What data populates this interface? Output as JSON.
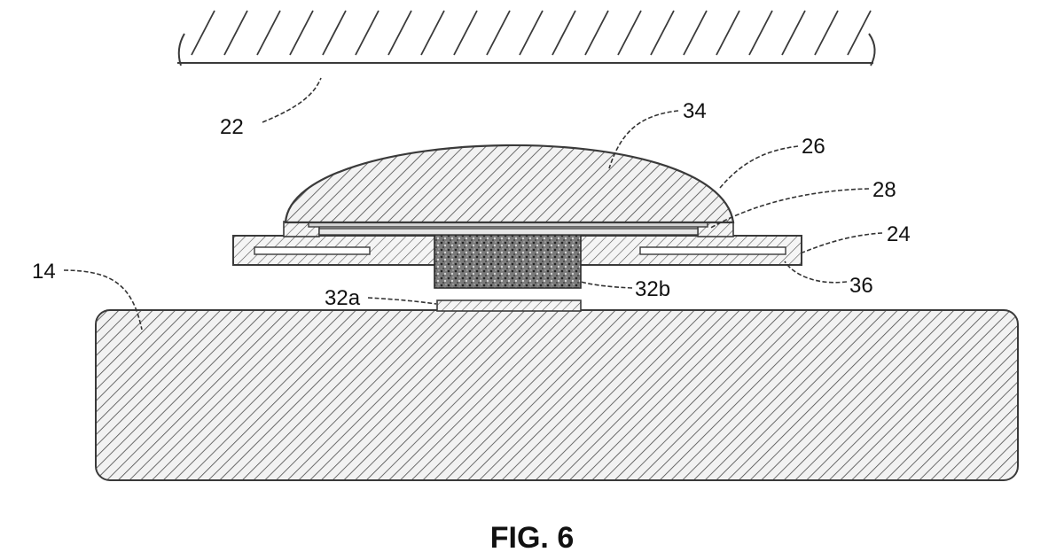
{
  "figure": {
    "caption": "FIG. 6",
    "labels": {
      "ref_22": "22",
      "ref_34": "34",
      "ref_26": "26",
      "ref_28": "28",
      "ref_24": "24",
      "ref_14": "14",
      "ref_32a": "32a",
      "ref_32b": "32b",
      "ref_36": "36"
    }
  },
  "colors": {
    "line": "#3a3a3a",
    "text": "#111111",
    "background": "#ffffff"
  }
}
